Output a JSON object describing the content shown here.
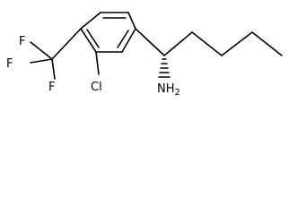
{
  "structure": {
    "atoms": {
      "F_top": "F",
      "F_left": "F",
      "F_bottom": "F",
      "Cl": "Cl",
      "NH2": "NH",
      "NH2_subscript": "2"
    },
    "stereocenter": "chiral-carbon-hashed-bond"
  }
}
